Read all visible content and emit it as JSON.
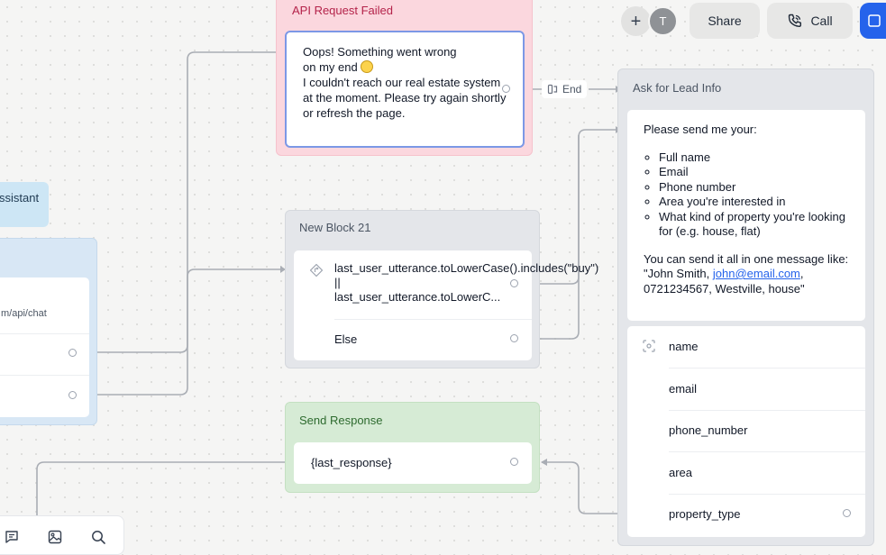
{
  "toolbar": {
    "add_label": "+",
    "avatar_initial": "T",
    "share_label": "Share",
    "call_label": "Call"
  },
  "api_failed": {
    "title": "API Request Failed",
    "line1": "Oops! Something went wrong",
    "line2": "on my end",
    "line3": "I couldn't reach our real estate system at the moment. Please try again shortly or refresh the page."
  },
  "end_label": "End",
  "lead": {
    "title": "Ask for Lead Info",
    "intro": "Please send me your:",
    "items": [
      "Full name",
      "Email",
      "Phone number",
      "Area you're interested in",
      "What kind of property you're looking for (e.g. house, flat)"
    ],
    "send_text": "You can send it all in one message like:",
    "example_start": "\"John Smith, ",
    "example_email": "john@email.com",
    "example_mid": ",",
    "example_end": "0721234567, Westville, house\"",
    "fields": [
      "name",
      "email",
      "phone_number",
      "area",
      "property_type"
    ]
  },
  "new_block": {
    "title": "New Block 21",
    "condition": "last_user_utterance.toLowerCase().includes(\"buy\") || last_user_utterance.toLowerC...",
    "else_label": "Else"
  },
  "send_response": {
    "title": "Send Response",
    "value": "{last_response}"
  },
  "assistant_fragment": "ssistant",
  "api_url_fragment": "m/api/chat",
  "colors": {
    "error_bg": "#fbd7de",
    "error_title": "#b4234a",
    "success_bg": "#d6ebd5",
    "primary": "#2563eb"
  }
}
